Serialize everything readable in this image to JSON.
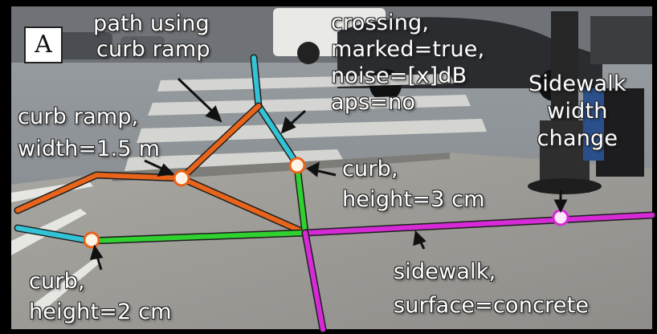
{
  "panel_label": "A",
  "annotations": {
    "path_curb_ramp": [
      "path using",
      "curb ramp"
    ],
    "crossing": [
      "crossing,",
      "marked=true,",
      "noise=[x]dB",
      "aps=no"
    ],
    "sidewalk_width": [
      "Sidewalk",
      "width",
      "change"
    ],
    "curb_ramp": [
      "curb ramp,",
      "width=1.5 m"
    ],
    "curb_3cm": [
      "curb,",
      "height=3 cm"
    ],
    "curb_2cm": [
      "curb,",
      "height=2 cm"
    ],
    "sidewalk": [
      "sidewalk,",
      "surface=concrete"
    ]
  },
  "colors": {
    "curb_ramp_path": "#e8641a",
    "crossing_path": "#33c3d6",
    "sidewalk_green": "#2fd12f",
    "sidewalk_magenta": "#d62ad6",
    "node_curb": "#f28a3a",
    "node_width": "#d62ad6"
  }
}
